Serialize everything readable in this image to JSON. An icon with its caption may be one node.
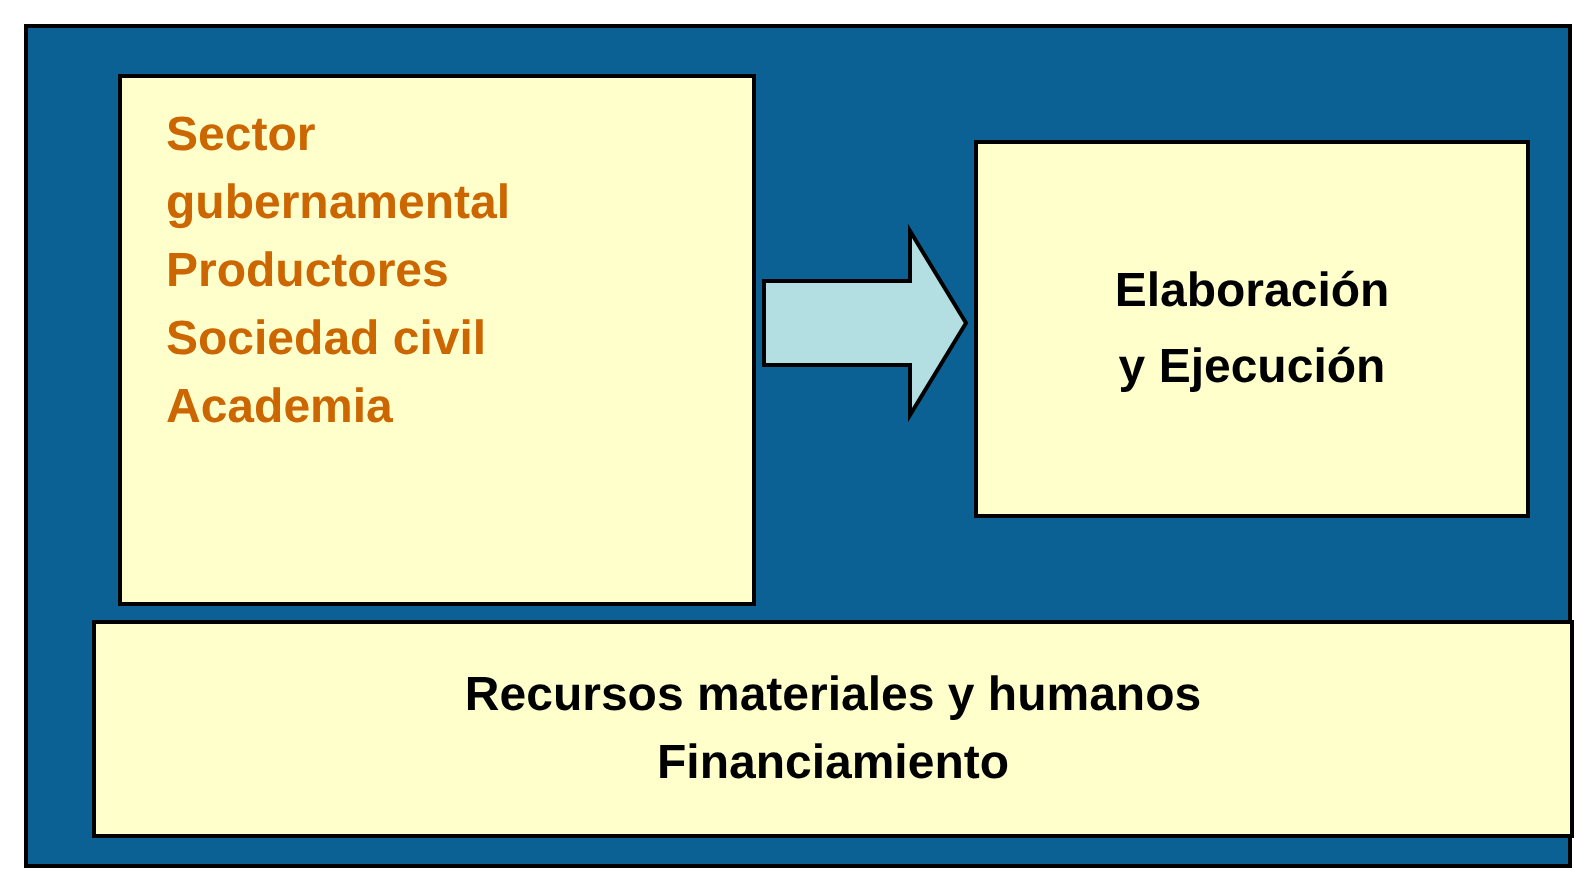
{
  "diagram": {
    "nodes": [
      {
        "text": [],
        "shape": "box"
      },
      {
        "text": [
          "Sector gubernamental",
          "Productores",
          "Sociedad civil",
          "Academia"
        ],
        "in": 0
      },
      {
        "text": [
          "Elaboración y Ejecución"
        ],
        "in": 0
      },
      {
        "text": [
          "Recursos materiales y humanos",
          "Financiamiento"
        ],
        "in": 0
      }
    ],
    "edges": [
      {
        "from": 1,
        "to": 2,
        "arrow": "to"
      }
    ]
  }
}
